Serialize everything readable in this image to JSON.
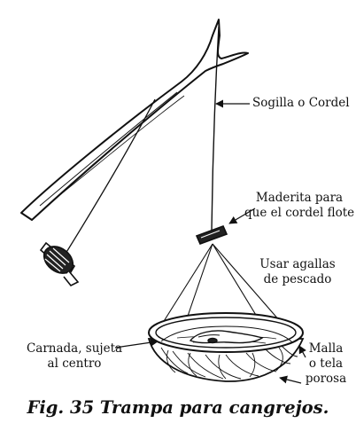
{
  "labels": {
    "string": "Sogilla o Cordel",
    "float_stick": [
      "Maderita para",
      "que el cordel flote"
    ],
    "fish_gills": [
      "Usar agallas",
      "de pescado"
    ],
    "bait": [
      "Carnada, sujeta",
      "al centro"
    ],
    "mesh": [
      "Malla",
      "o tela",
      "porosa"
    ]
  },
  "caption": "Fig. 35 Trampa para cangrejos."
}
